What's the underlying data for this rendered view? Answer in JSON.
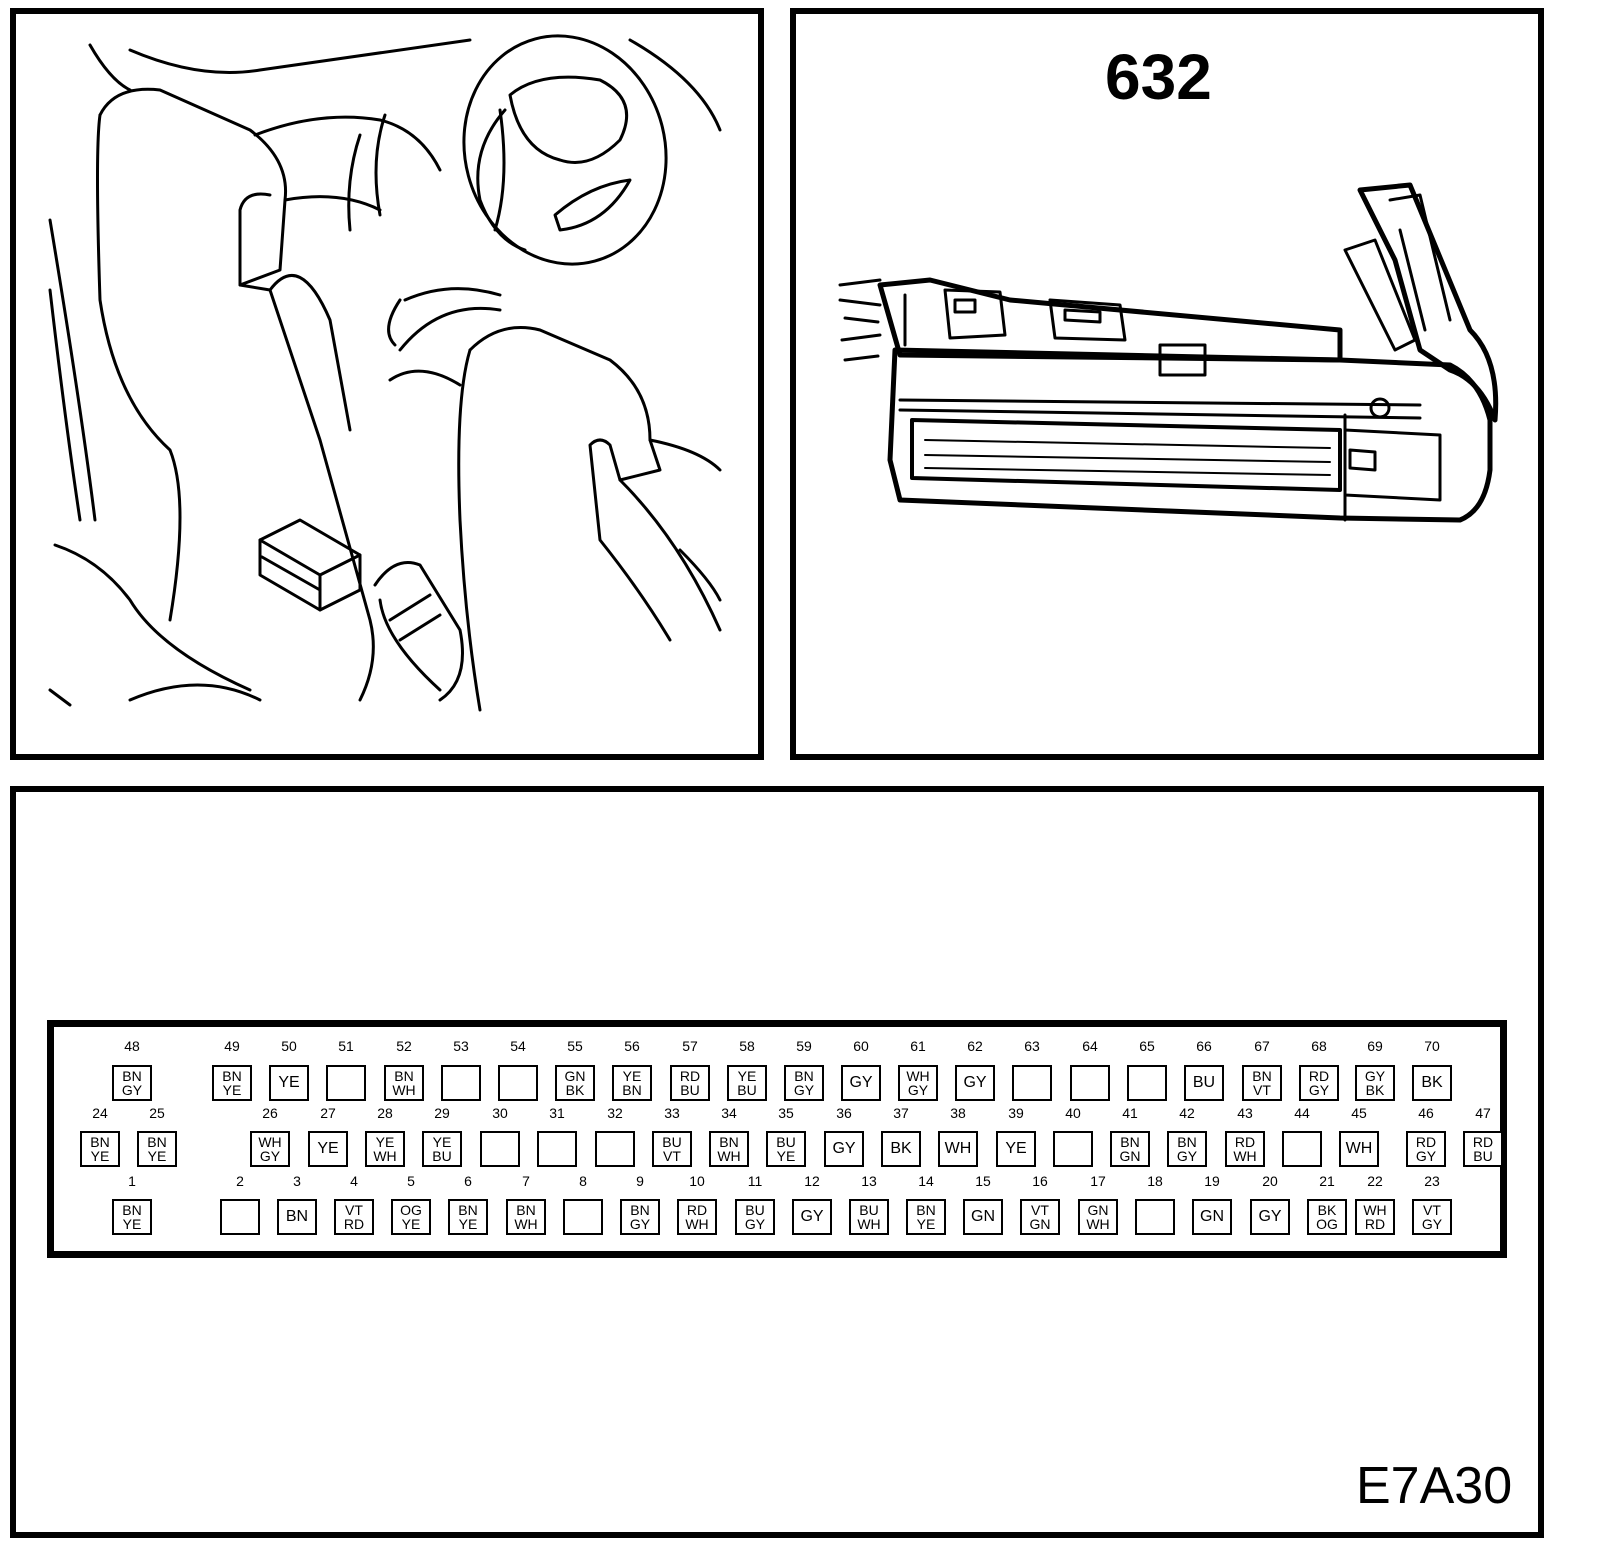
{
  "header": {
    "sheet_number": "632"
  },
  "footer": {
    "figure_code": "E7A30"
  },
  "illustrations": {
    "left": "seat-location-drawing",
    "right": "ecu-connector-drawing"
  },
  "connector": {
    "rows": [
      {
        "row": "top",
        "pins": [
          {
            "n": "48",
            "c": [
              "BN",
              "GY"
            ]
          },
          {
            "n": "49",
            "c": [
              "BN",
              "YE"
            ]
          },
          {
            "n": "50",
            "c": [
              "YE"
            ]
          },
          {
            "n": "51",
            "c": []
          },
          {
            "n": "52",
            "c": [
              "BN",
              "WH"
            ]
          },
          {
            "n": "53",
            "c": []
          },
          {
            "n": "54",
            "c": []
          },
          {
            "n": "55",
            "c": [
              "GN",
              "BK"
            ]
          },
          {
            "n": "56",
            "c": [
              "YE",
              "BN"
            ]
          },
          {
            "n": "57",
            "c": [
              "RD",
              "BU"
            ]
          },
          {
            "n": "58",
            "c": [
              "YE",
              "BU"
            ]
          },
          {
            "n": "59",
            "c": [
              "BN",
              "GY"
            ]
          },
          {
            "n": "60",
            "c": [
              "GY"
            ]
          },
          {
            "n": "61",
            "c": [
              "WH",
              "GY"
            ]
          },
          {
            "n": "62",
            "c": [
              "GY"
            ]
          },
          {
            "n": "63",
            "c": []
          },
          {
            "n": "64",
            "c": []
          },
          {
            "n": "65",
            "c": []
          },
          {
            "n": "66",
            "c": [
              "BU"
            ]
          },
          {
            "n": "67",
            "c": [
              "BN",
              "VT"
            ]
          },
          {
            "n": "68",
            "c": [
              "RD",
              "GY"
            ]
          },
          {
            "n": "69",
            "c": [
              "GY",
              "BK"
            ]
          },
          {
            "n": "70",
            "c": [
              "BK"
            ]
          }
        ]
      },
      {
        "row": "middle",
        "pins": [
          {
            "n": "24",
            "c": [
              "BN",
              "YE"
            ]
          },
          {
            "n": "25",
            "c": [
              "BN",
              "YE"
            ]
          },
          {
            "n": "26",
            "c": [
              "WH",
              "GY"
            ]
          },
          {
            "n": "27",
            "c": [
              "YE"
            ]
          },
          {
            "n": "28",
            "c": [
              "YE",
              "WH"
            ]
          },
          {
            "n": "29",
            "c": [
              "YE",
              "BU"
            ]
          },
          {
            "n": "30",
            "c": []
          },
          {
            "n": "31",
            "c": []
          },
          {
            "n": "32",
            "c": []
          },
          {
            "n": "33",
            "c": [
              "BU",
              "VT"
            ]
          },
          {
            "n": "34",
            "c": [
              "BN",
              "WH"
            ]
          },
          {
            "n": "35",
            "c": [
              "BU",
              "YE"
            ]
          },
          {
            "n": "36",
            "c": [
              "GY"
            ]
          },
          {
            "n": "37",
            "c": [
              "BK"
            ]
          },
          {
            "n": "38",
            "c": [
              "WH"
            ]
          },
          {
            "n": "39",
            "c": [
              "YE"
            ]
          },
          {
            "n": "40",
            "c": []
          },
          {
            "n": "41",
            "c": [
              "BN",
              "GN"
            ]
          },
          {
            "n": "42",
            "c": [
              "BN",
              "GY"
            ]
          },
          {
            "n": "43",
            "c": [
              "RD",
              "WH"
            ]
          },
          {
            "n": "44",
            "c": []
          },
          {
            "n": "45",
            "c": [
              "WH"
            ]
          },
          {
            "n": "46",
            "c": [
              "RD",
              "GY"
            ]
          },
          {
            "n": "47",
            "c": [
              "RD",
              "BU"
            ]
          }
        ]
      },
      {
        "row": "bottom",
        "pins": [
          {
            "n": "1",
            "c": [
              "BN",
              "YE"
            ]
          },
          {
            "n": "2",
            "c": []
          },
          {
            "n": "3",
            "c": [
              "BN"
            ]
          },
          {
            "n": "4",
            "c": [
              "VT",
              "RD"
            ]
          },
          {
            "n": "5",
            "c": [
              "OG",
              "YE"
            ]
          },
          {
            "n": "6",
            "c": [
              "BN",
              "YE"
            ]
          },
          {
            "n": "7",
            "c": [
              "BN",
              "WH"
            ]
          },
          {
            "n": "8",
            "c": []
          },
          {
            "n": "9",
            "c": [
              "BN",
              "GY"
            ]
          },
          {
            "n": "10",
            "c": [
              "RD",
              "WH"
            ]
          },
          {
            "n": "11",
            "c": [
              "BU",
              "GY"
            ]
          },
          {
            "n": "12",
            "c": [
              "GY"
            ]
          },
          {
            "n": "13",
            "c": [
              "BU",
              "WH"
            ]
          },
          {
            "n": "14",
            "c": [
              "BN",
              "YE"
            ]
          },
          {
            "n": "15",
            "c": [
              "GN"
            ]
          },
          {
            "n": "16",
            "c": [
              "VT",
              "GN"
            ]
          },
          {
            "n": "17",
            "c": [
              "GN",
              "WH"
            ]
          },
          {
            "n": "18",
            "c": []
          },
          {
            "n": "19",
            "c": [
              "GN"
            ]
          },
          {
            "n": "20",
            "c": [
              "GY"
            ]
          },
          {
            "n": "21",
            "c": [
              "BK",
              "OG"
            ]
          },
          {
            "n": "22",
            "c": [
              "WH",
              "RD"
            ]
          },
          {
            "n": "23",
            "c": [
              "VT",
              "GY"
            ]
          }
        ]
      }
    ]
  }
}
